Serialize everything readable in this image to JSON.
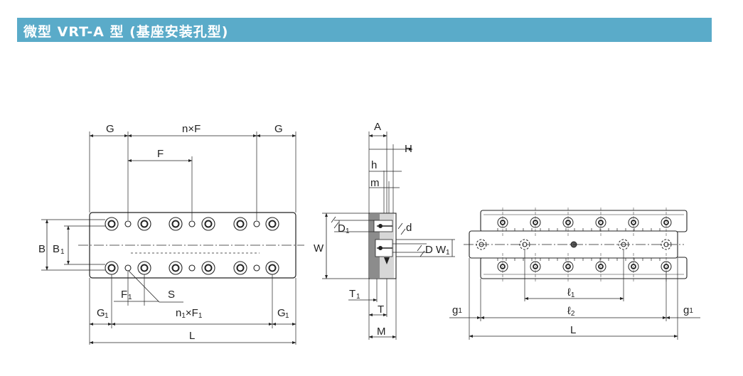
{
  "page": {
    "title": "微型 VRT-A 型 (基座安装孔型)"
  },
  "front_view": {
    "G_left": "G",
    "nxF": "n×F",
    "G_right": "G",
    "F": "F",
    "B": "B",
    "B1_main": "B",
    "B1_sub": "1",
    "S": "S",
    "F1_main": "F",
    "F1_sub": "1",
    "G1_left_main": "G",
    "G1_left_sub": "1",
    "n1xF1_pre": "n",
    "n1xF1_sub1": "1",
    "n1xF1_mid": "×F",
    "n1xF1_sub2": "1",
    "G1_right_main": "G",
    "G1_right_sub": "1",
    "L": "L"
  },
  "side_view": {
    "A": "A",
    "H": "H",
    "h": "h",
    "m": "m",
    "D1_main": "D",
    "D1_sub": "1",
    "d": "d",
    "W": "W",
    "D": "D",
    "W1_main": "W",
    "W1_sub": "1",
    "T1_main": "T",
    "T1_sub": "1",
    "T": "T",
    "M": "M"
  },
  "top_view": {
    "l1_main": "ℓ",
    "l1_sub": "1",
    "l2_main": "ℓ",
    "l2_sub": "2",
    "g1_left_main": "g",
    "g1_left_sub": "1",
    "g1_right_main": "g",
    "g1_right_sub": "1",
    "L": "L"
  },
  "colors": {
    "title_bar": "#5aabc9",
    "title_text": "#ffffff",
    "line": "#222222",
    "fill_dark": "#8c8c8c",
    "fill_light": "#d7d7d7"
  }
}
